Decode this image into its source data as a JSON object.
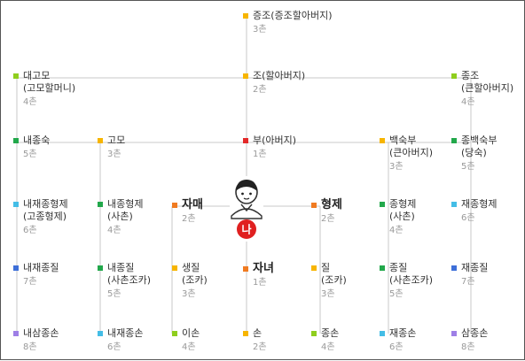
{
  "colors": {
    "ancestor": "#f7b500",
    "father": "#e32929",
    "mother_side": "#8fce1e",
    "green": "#22a84b",
    "cyan": "#44bde6",
    "blue": "#3e6fd8",
    "purple": "#9e7fe6",
    "orange": "#f07b21",
    "badge": "#e02020"
  },
  "me": {
    "label": "나"
  },
  "nodes": [
    {
      "id": "jeungjo-top",
      "name": "증조(증조할아버지)",
      "degree": "3촌",
      "color": "ancestor"
    },
    {
      "id": "daegomo",
      "name": "대고모\n(고모할머니)",
      "degree": "4촌",
      "color": "mother_side"
    },
    {
      "id": "jo",
      "name": "조(할아버지)",
      "degree": "2촌",
      "color": "ancestor"
    },
    {
      "id": "jeungjo-right",
      "name": "종조\n(큰할아버지)",
      "degree": "4촌",
      "color": "mother_side"
    },
    {
      "id": "naejongsuk",
      "name": "내종숙",
      "degree": "5촌",
      "color": "green"
    },
    {
      "id": "gomo",
      "name": "고모",
      "degree": "3촌",
      "color": "ancestor"
    },
    {
      "id": "bu",
      "name": "부(아버지)",
      "degree": "1촌",
      "color": "father"
    },
    {
      "id": "baeksukbu",
      "name": "백숙부\n(큰아버지)",
      "degree": "3촌",
      "color": "ancestor"
    },
    {
      "id": "jongbaeksukbu",
      "name": "종백숙부\n(당숙)",
      "degree": "5촌",
      "color": "green"
    },
    {
      "id": "naejaejonghyeongje",
      "name": "내재종형제\n(고종형제)",
      "degree": "6촌",
      "color": "cyan"
    },
    {
      "id": "naejonghyeongje",
      "name": "내종형제\n(사촌)",
      "degree": "4촌",
      "color": "green"
    },
    {
      "id": "jamae",
      "name": "자매",
      "degree": "2촌",
      "color": "orange",
      "big": true
    },
    {
      "id": "hyeongje",
      "name": "형제",
      "degree": "2촌",
      "color": "orange",
      "big": true
    },
    {
      "id": "jonghyeongje",
      "name": "종형제\n(사촌)",
      "degree": "4촌",
      "color": "green"
    },
    {
      "id": "jaejonghyeongje",
      "name": "재종형제",
      "degree": "6촌",
      "color": "cyan"
    },
    {
      "id": "naejaejongjil",
      "name": "내재종질",
      "degree": "7촌",
      "color": "blue"
    },
    {
      "id": "naejongjil",
      "name": "내종질\n(사촌조카)",
      "degree": "5촌",
      "color": "green"
    },
    {
      "id": "saengjil",
      "name": "생질\n(조카)",
      "degree": "3촌",
      "color": "ancestor"
    },
    {
      "id": "janyeo",
      "name": "자녀",
      "degree": "1촌",
      "color": "orange",
      "big": true
    },
    {
      "id": "jil",
      "name": "질\n(조카)",
      "degree": "3촌",
      "color": "ancestor"
    },
    {
      "id": "jongjil",
      "name": "종질\n(사촌조카)",
      "degree": "5촌",
      "color": "green"
    },
    {
      "id": "jaejongjil",
      "name": "재종질",
      "degree": "7촌",
      "color": "blue"
    },
    {
      "id": "naesamjongson",
      "name": "내삼종손",
      "degree": "8촌",
      "color": "purple"
    },
    {
      "id": "naejaejongson",
      "name": "내재종손",
      "degree": "6촌",
      "color": "cyan"
    },
    {
      "id": "ison",
      "name": "이손",
      "degree": "4촌",
      "color": "mother_side"
    },
    {
      "id": "son",
      "name": "손",
      "degree": "2촌",
      "color": "ancestor"
    },
    {
      "id": "jongson",
      "name": "종손",
      "degree": "4촌",
      "color": "mother_side"
    },
    {
      "id": "jaejongson",
      "name": "재종손",
      "degree": "6촌",
      "color": "cyan"
    },
    {
      "id": "samjongson",
      "name": "삼종손",
      "degree": "8촌",
      "color": "purple"
    }
  ]
}
